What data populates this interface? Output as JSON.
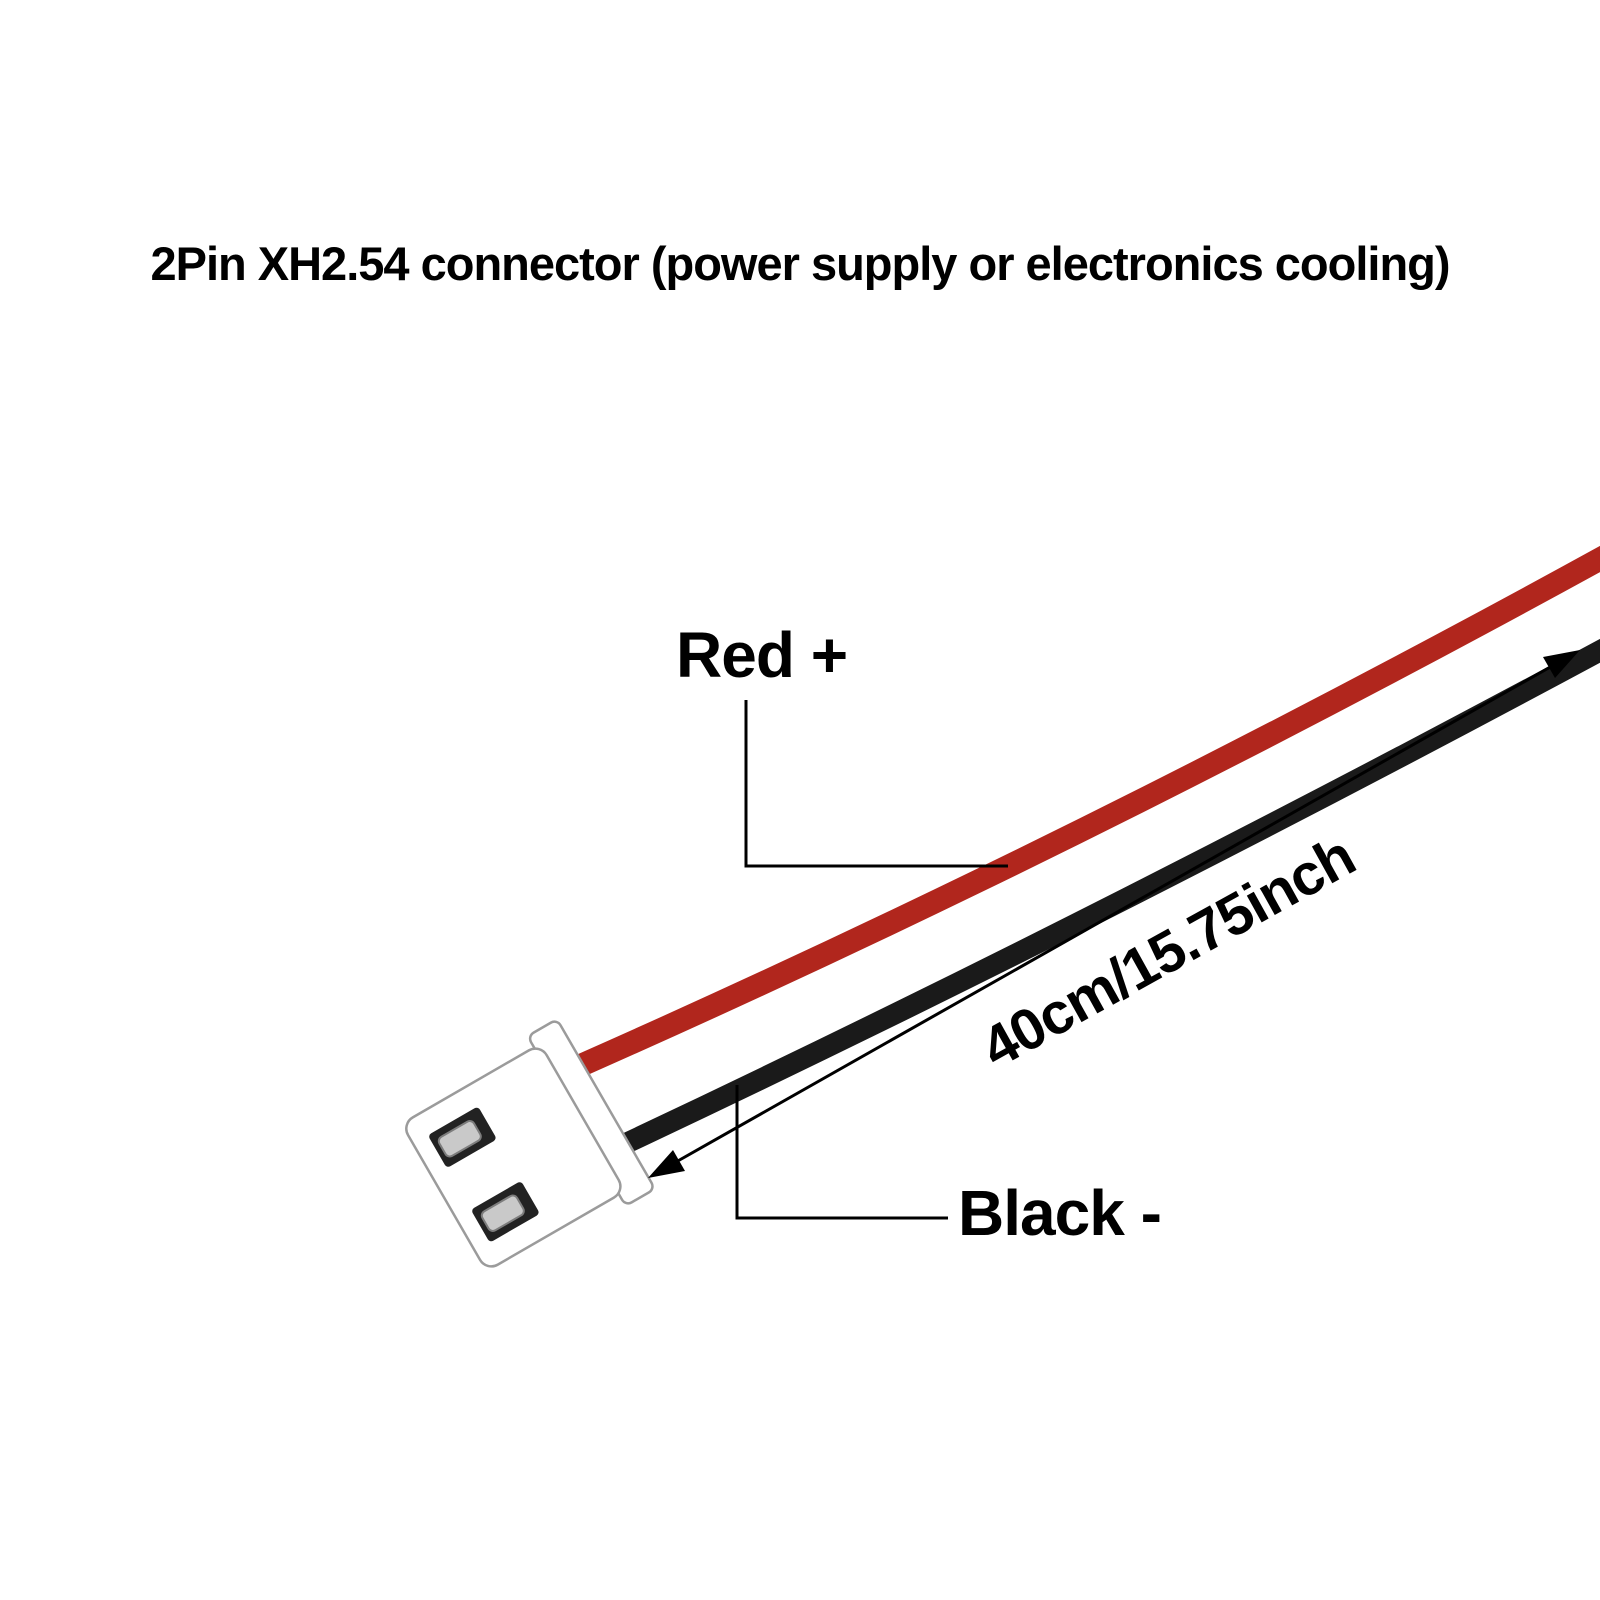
{
  "title": {
    "text": "2Pin XH2.54 connector (power supply or electronics cooling)"
  },
  "labels": {
    "red_wire": "Red +",
    "black_wire": "Black -",
    "cable_length": "40cm/15.75inch"
  },
  "colors": {
    "background": "#ffffff",
    "text": "#000000",
    "annotation_line": "#000000",
    "red_wire": "#b1261d",
    "black_wire": "#1a1a1a",
    "connector_body": "#ffffff",
    "connector_outline": "#9b9b9b",
    "pin_slot": "#222222",
    "pin_metal": "#c9c9c9",
    "pin_metal_edge": "#7d7d7d"
  }
}
